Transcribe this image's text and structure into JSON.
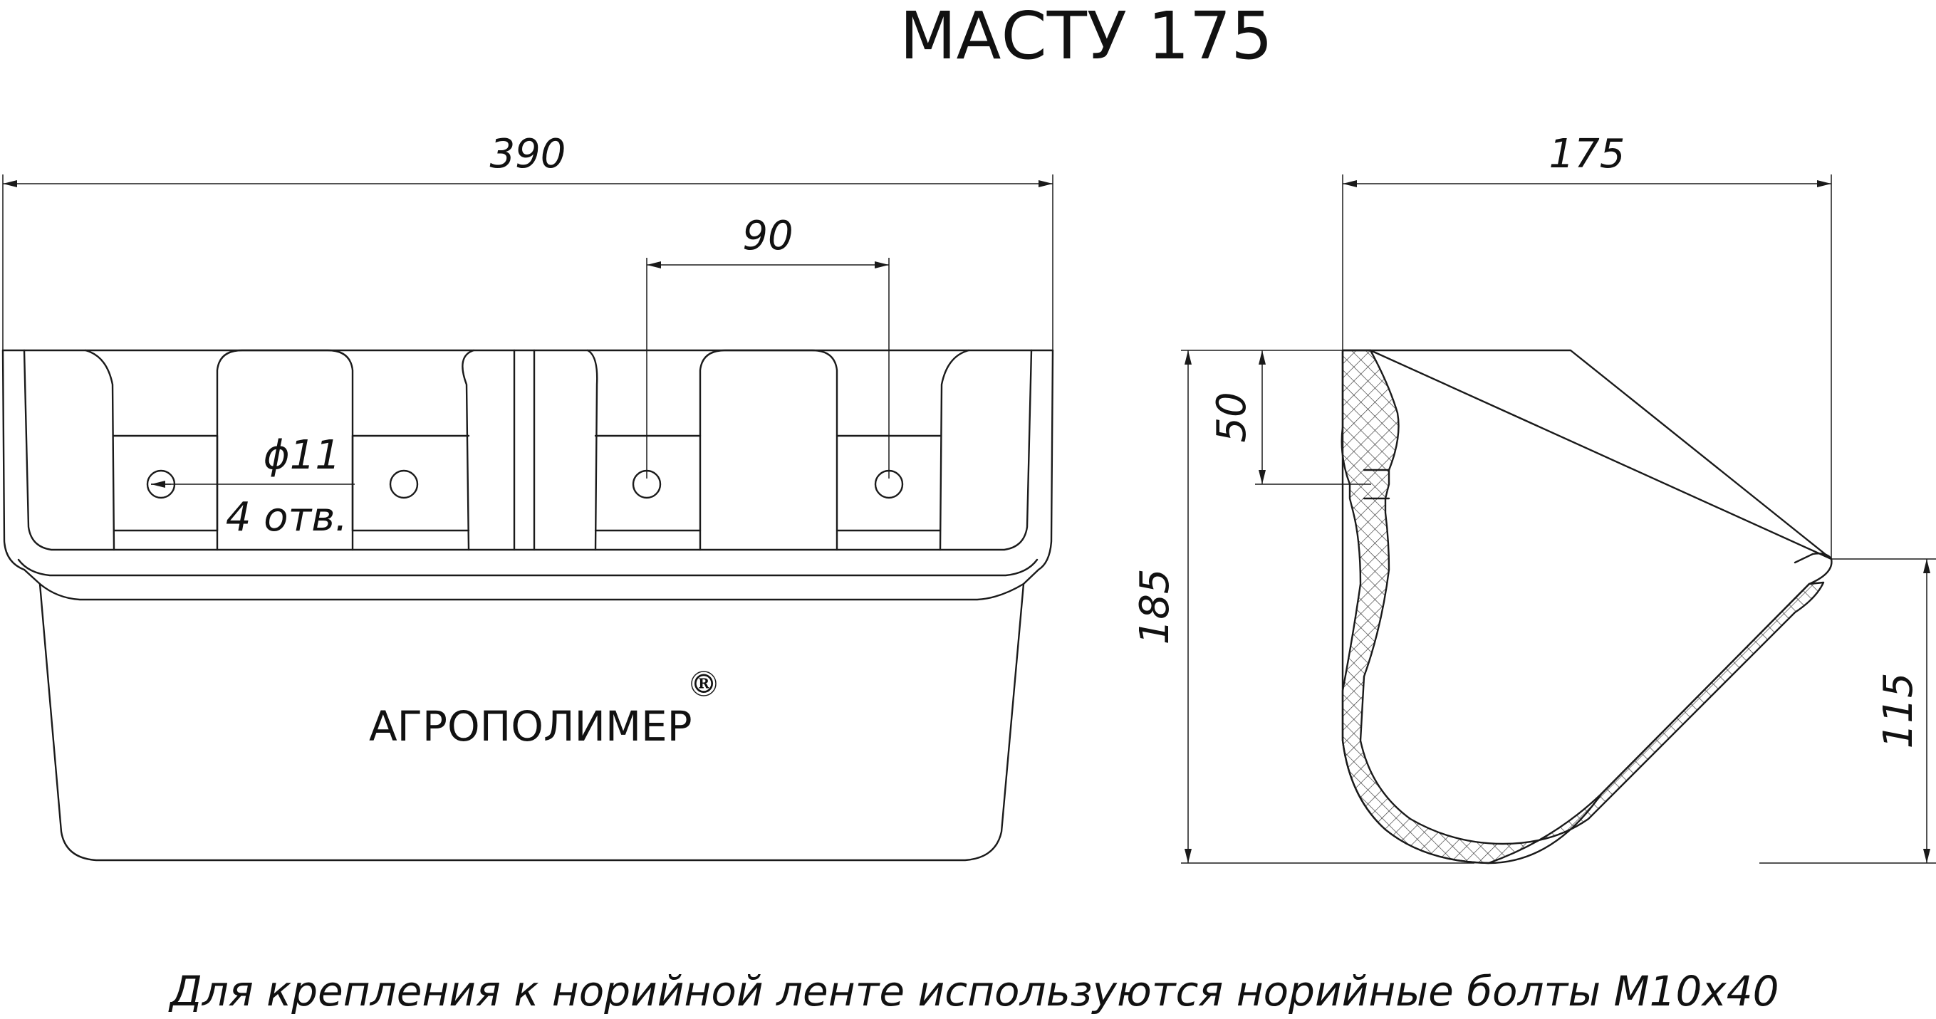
{
  "title": "МАСТУ 175",
  "brand": {
    "name": "АГРОПОЛИМЕР",
    "mark": "®"
  },
  "front_view": {
    "dimensions": {
      "overall_width": "390",
      "hole_spacing": "90",
      "hole_diameter": "ϕ11",
      "hole_count": "4 отв."
    }
  },
  "side_view": {
    "dimensions": {
      "depth": "175",
      "height": "185",
      "rim_height": "50",
      "lower_height": "115"
    }
  },
  "note": "Для крепления к норийной ленте используются норийные болты М10х40"
}
